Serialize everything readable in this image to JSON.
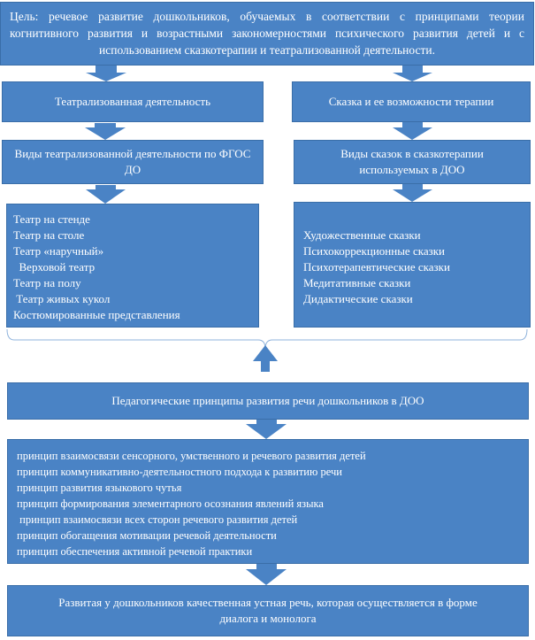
{
  "goal": "Цель: речевое развитие дошкольников, обучаемых в соответствии с принципами теории когнитивного развития и возрастными закономерностями психического развития детей и с использованием сказкотерапии и театрализованной деятельности.",
  "left_column": {
    "heading": "Театрализованная деятельность",
    "types_title": "Виды театрализованной деятельности по ФГОС ДО",
    "types": [
      "Театр на стенде",
      "Театр на столе",
      "Театр «наручный»",
      "  Верховой театр",
      "Театр на полу",
      " Театр живых кукол",
      "Костюмированные представления"
    ]
  },
  "right_column": {
    "heading": "Сказка и ее возможности терапии",
    "types_title": "Виды сказок в сказкотерапии используемых в ДОО",
    "types": [
      "Художественные сказки",
      "Психокоррекционные сказки",
      "Психотерапевтические сказки",
      "Медитативные сказки",
      "Дидактические сказки"
    ]
  },
  "principles_title": "Педагогические принципы развития речи дошкольников в ДОО",
  "principles": [
    "принцип взаимосвязи сенсорного, умственного и речевого развития детей",
    "принцип коммуникативно-деятельностного подхода к развитию речи",
    "принцип развития языкового чутья",
    "принцип формирования элементарного осознания явлений языка",
    " принцип взаимосвязи всех сторон речевого развития детей",
    "принцип обогащения мотивации речевой деятельности",
    "принцип обеспечения активной речевой практики"
  ],
  "result": "Развитая у дошкольников качественная устная речь, которая осуществляется в форме диалога и монолога",
  "colors": {
    "box": "#4a83c5",
    "border": "#3a6ea8",
    "text": "#ffffff"
  }
}
